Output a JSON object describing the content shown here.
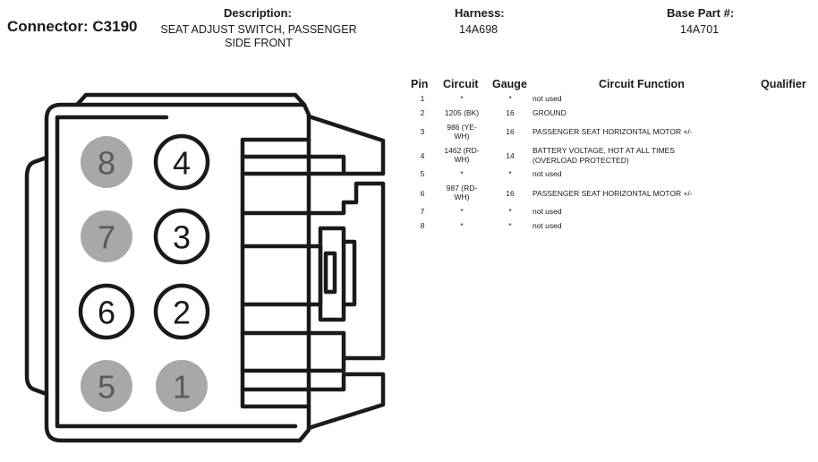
{
  "header": {
    "connector_title": "Connector: C3190",
    "description_label": "Description:",
    "description_value": "SEAT ADJUST SWITCH, PASSENGER SIDE FRONT",
    "harness_label": "Harness:",
    "harness_value": "14A698",
    "base_part_label": "Base Part #:",
    "base_part_value": "14A701"
  },
  "table": {
    "headers": {
      "pin": "Pin",
      "circuit": "Circuit",
      "gauge": "Gauge",
      "function": "Circuit Function",
      "qualifier": "Qualifier"
    },
    "rows": [
      {
        "pin": "1",
        "circuit": "*",
        "gauge": "*",
        "function": "not used"
      },
      {
        "pin": "2",
        "circuit": "1205 (BK)",
        "gauge": "16",
        "function": "GROUND"
      },
      {
        "pin": "3",
        "circuit": "986 (YE-WH)",
        "gauge": "16",
        "function": "PASSENGER SEAT HORIZONTAL MOTOR +/-"
      },
      {
        "pin": "4",
        "circuit": "1462 (RD-WH)",
        "gauge": "14",
        "function": "BATTERY VOLTAGE, HOT AT ALL TIMES (OVERLOAD PROTECTED)"
      },
      {
        "pin": "5",
        "circuit": "*",
        "gauge": "*",
        "function": "not used"
      },
      {
        "pin": "6",
        "circuit": "987 (RD-WH)",
        "gauge": "16",
        "function": "PASSENGER SEAT HORIZONTAL MOTOR +/-"
      },
      {
        "pin": "7",
        "circuit": "*",
        "gauge": "*",
        "function": "not used"
      },
      {
        "pin": "8",
        "circuit": "*",
        "gauge": "*",
        "function": "not used"
      }
    ]
  },
  "connector_pins": [
    {
      "label": "8",
      "used": false
    },
    {
      "label": "4",
      "used": true
    },
    {
      "label": "7",
      "used": false
    },
    {
      "label": "3",
      "used": true
    },
    {
      "label": "6",
      "used": true
    },
    {
      "label": "2",
      "used": true
    },
    {
      "label": "5",
      "used": false
    },
    {
      "label": "1",
      "used": false
    }
  ],
  "colors": {
    "unused_pin_fill": "#a8a8a8",
    "outline": "#1a1a1a"
  }
}
